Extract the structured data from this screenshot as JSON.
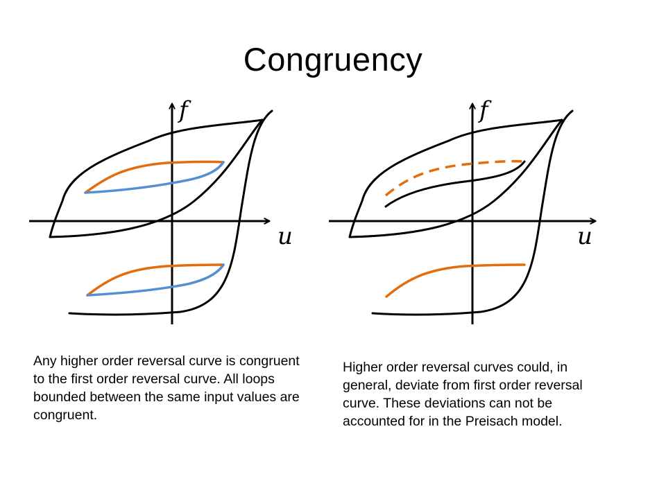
{
  "slide": {
    "title": "Congruency"
  },
  "diagrams": [
    {
      "id": "left",
      "y_axis_label": "f",
      "x_axis_label": "u",
      "reversal_curves": [
        "first-order",
        "higher-order"
      ],
      "congruent": true
    },
    {
      "id": "right",
      "y_axis_label": "f",
      "x_axis_label": "u",
      "reversal_curves": [
        "first-order",
        "higher-order"
      ],
      "congruent": false
    }
  ],
  "captions": {
    "left": "Any higher order reversal curve is congruent to the first order reversal curve. All loops bounded between the same input values are congruent.",
    "right": "Higher order reversal curves could, in general, deviate from first order reversal curve. These deviations can not be accounted for in the Preisach model."
  },
  "colors": {
    "major_loop": "#000000",
    "first_order_curve": "#E46C0A",
    "higher_order_curve": "#558ED5",
    "text": "#000000"
  }
}
